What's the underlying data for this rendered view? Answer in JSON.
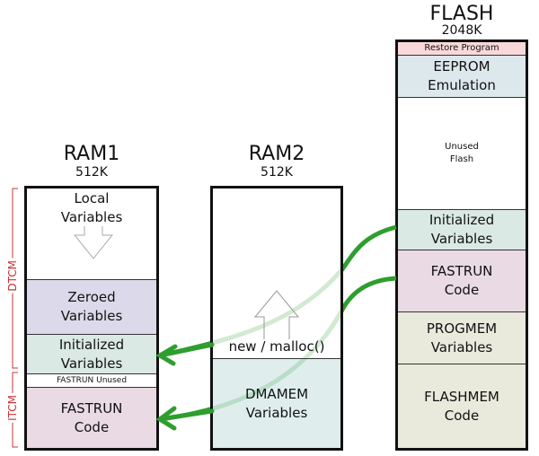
{
  "ram1": {
    "title": "RAM1",
    "size": "512K",
    "sections": [
      {
        "label": "Local\nVariables",
        "color": "#ffffff"
      },
      {
        "label": "Zeroed\nVariables",
        "color": "#dcdaea"
      },
      {
        "label": "Initialized\nVariables",
        "color": "#dae9e3"
      },
      {
        "label": "FASTRUN Unused",
        "color": "#ffffff"
      },
      {
        "label": "FASTRUN\nCode",
        "color": "#e9dae3"
      }
    ],
    "brackets": {
      "dtcm": "DTCM",
      "itcm": "ITCM",
      "color": "#cc3333"
    }
  },
  "ram2": {
    "title": "RAM2",
    "size": "512K",
    "heap_label": "new / malloc()",
    "sections": [
      {
        "label": "DMAMEM\nVariables",
        "color": "#d8eae9"
      }
    ]
  },
  "flash": {
    "title": "FLASH",
    "size": "2048K",
    "sections": [
      {
        "label": "Restore Program",
        "color": "#f8d8d8"
      },
      {
        "label": "EEPROM\nEmulation",
        "color": "#dde8ec"
      },
      {
        "label": "Unused\nFlash",
        "color": "#ffffff"
      },
      {
        "label": "Initialized\nVariables",
        "color": "#dae9e3"
      },
      {
        "label": "FASTRUN\nCode",
        "color": "#e9dae3"
      },
      {
        "label": "PROGMEM\nVariables",
        "color": "#e9e9dc"
      },
      {
        "label": "FLASHMEM\nCode",
        "color": "#e9e9dc"
      }
    ]
  },
  "arrow_color": "#2e9e2e"
}
